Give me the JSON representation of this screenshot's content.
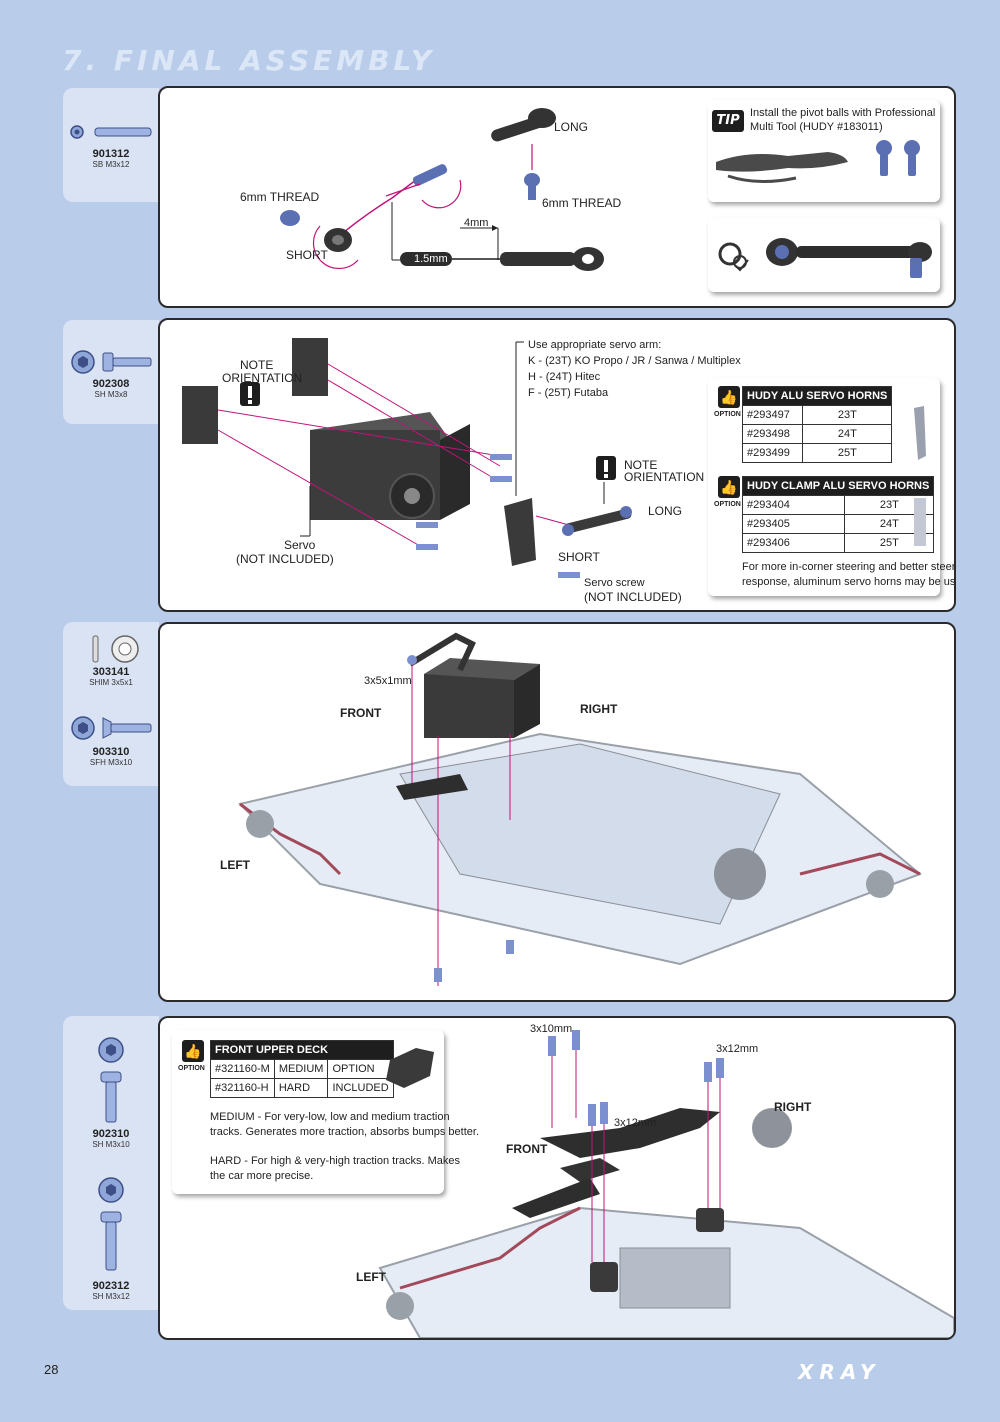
{
  "page": {
    "title": "7. FINAL ASSEMBLY",
    "number": "28",
    "logo": "XRAY"
  },
  "parts": [
    {
      "code": "901312",
      "name": "SB M3x12"
    },
    {
      "code": "902308",
      "name": "SH M3x8"
    },
    {
      "code": "303141",
      "name": "SHIM 3x5x1"
    },
    {
      "code": "903310",
      "name": "SFH M3x10"
    },
    {
      "code": "902310",
      "name": "SH M3x10"
    },
    {
      "code": "902312",
      "name": "SH M3x12"
    }
  ],
  "panel1": {
    "long": "LONG",
    "thread_top": "6mm THREAD",
    "thread_left": "6mm THREAD",
    "short": "SHORT",
    "dim_4mm": "4mm",
    "dim_15mm": "1.5mm",
    "tip_badge": "TIP",
    "tip_text_1": "Install the pivot balls with Professional",
    "tip_text_2": "Multi Tool (HUDY #183011)"
  },
  "panel2": {
    "note_1": "NOTE",
    "orientation_1": "ORIENTATION",
    "note_2": "NOTE",
    "orientation_2": "ORIENTATION",
    "servo_arm_title": "Use appropriate servo arm:",
    "servo_arm_k": "K - (23T) KO Propo / JR / Sanwa / Multiplex",
    "servo_arm_h": "H - (24T) Hitec",
    "servo_arm_f": "F - (25T) Futaba",
    "servo": "Servo",
    "not_included_1": "(NOT INCLUDED)",
    "servo_screw": "Servo screw",
    "not_included_2": "(NOT INCLUDED)",
    "long": "LONG",
    "short": "SHORT",
    "option": "OPTION",
    "alu_title": "HUDY ALU SERVO HORNS",
    "alu_rows": [
      [
        "#293497",
        "23T"
      ],
      [
        "#293498",
        "24T"
      ],
      [
        "#293499",
        "25T"
      ]
    ],
    "clamp_title": "HUDY CLAMP ALU SERVO HORNS",
    "clamp_rows": [
      [
        "#293404",
        "23T"
      ],
      [
        "#293405",
        "24T"
      ],
      [
        "#293406",
        "25T"
      ]
    ],
    "note_text_1": "For more in-corner steering and better steering",
    "note_text_2": "response, aluminum servo horns may be used."
  },
  "panel3": {
    "shim": "3x5x1mm",
    "front": "FRONT",
    "right": "RIGHT",
    "left": "LEFT"
  },
  "panel4": {
    "option": "OPTION",
    "deck_title": "FRONT UPPER DECK",
    "deck_rows": [
      [
        "#321160-M",
        "MEDIUM",
        "OPTION"
      ],
      [
        "#321160-H",
        "HARD",
        "INCLUDED"
      ]
    ],
    "medium_1": "MEDIUM - For very-low, low and medium traction",
    "medium_2": "tracks. Generates more traction, absorbs bumps better.",
    "hard_1": "HARD - For high & very-high traction tracks. Makes",
    "hard_2": "the car more precise.",
    "screw_a": "3x10mm",
    "screw_b": "3x12mm",
    "screw_c": "3x12mm",
    "front": "FRONT",
    "right": "RIGHT",
    "left": "LEFT"
  }
}
